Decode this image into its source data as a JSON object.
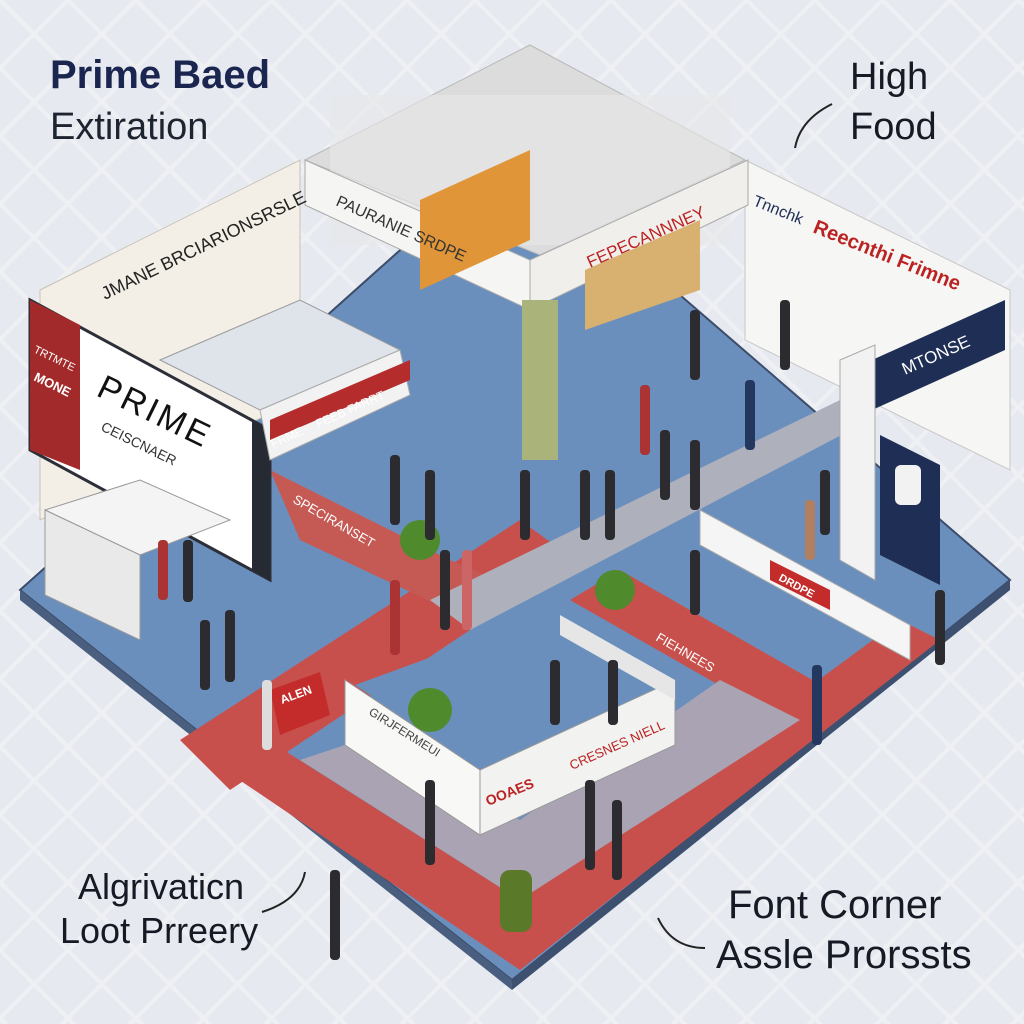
{
  "corner_labels": {
    "top_left": {
      "line1": "Prime Baed",
      "line2": "Extiration"
    },
    "top_right": {
      "line1": "High",
      "line2": "Food"
    },
    "bottom_left": {
      "line1": "Algrivaticn",
      "line2": "Loot Prreery"
    },
    "bottom_right": {
      "line1": "Font Corner",
      "line2": "Assle Prorssts"
    }
  },
  "booth_signs": {
    "back_left_wall": "JMANE BRCIARIONSRSLE",
    "center_front": "PAURANIE SRDPE",
    "center_right": "FEPECANNNEY",
    "right_top_a": "Tnnchk",
    "right_top_b": "Reecnthi Frimne",
    "right_gate": "MTONSE",
    "left_big": "PRIME",
    "left_small": "CEISCNAER",
    "left_red_a": "TRTMTE",
    "left_red_b": "MONE",
    "left_counter_a": "FRME",
    "left_counter_b": "FEEB FARRT",
    "aisle_left": "SPECIRANSET",
    "aisle_right": "FIEHNEES",
    "pedestal": "ALEN",
    "inner_left": "GIRJFERMEUI",
    "inner_mid": "OOAES",
    "inner_right": "CRESNES NIELL",
    "right_booth_red": "DRDPE"
  },
  "colors": {
    "carpet_blue": "#5f84b4",
    "aisle_red": "#c8504c",
    "aisle_grey": "#a8a4b0",
    "wall_white": "#f4f3ef",
    "accent_navy": "#1f2e55",
    "accent_red": "#a92a2a"
  }
}
